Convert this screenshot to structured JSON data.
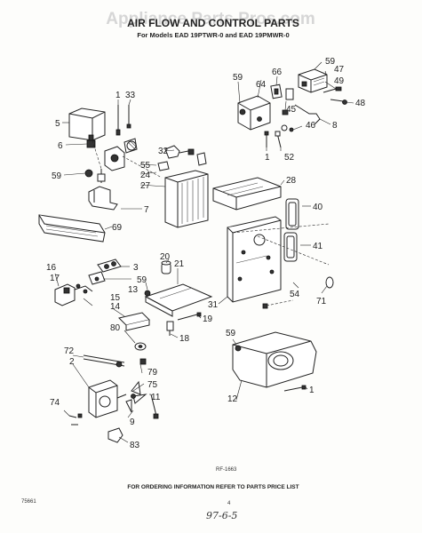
{
  "header": {
    "watermark": "Appliance Parts Pros.com",
    "title": "AIR FLOW AND CONTROL PARTS",
    "subtitle": "For Models EAD 19PTWR-0 and EAD 19PMWR-0"
  },
  "labels": {
    "l1a": "1",
    "l33": "33",
    "l5": "5",
    "l6": "6",
    "l59a": "59",
    "l55": "55",
    "l24": "24",
    "l27": "27",
    "l7": "7",
    "l69": "69",
    "l32": "32",
    "l28": "28",
    "l59b": "59",
    "l64": "64",
    "l66": "66",
    "l59c": "59",
    "l47": "47",
    "l49": "49",
    "l48": "48",
    "l45": "45",
    "l46": "46",
    "l8": "8",
    "l1b": "1",
    "l52": "52",
    "l40": "40",
    "l41": "41",
    "l54": "54",
    "l71": "71",
    "l31": "31",
    "l16": "16",
    "l17": "17",
    "l3": "3",
    "l13": "13",
    "l14": "14",
    "l15": "15",
    "l20": "20",
    "l21": "21",
    "l59d": "59",
    "l19": "19",
    "l18": "18",
    "l80": "80",
    "l72": "72",
    "l2": "2",
    "l79": "79",
    "l75": "75",
    "l11": "11",
    "l74": "74",
    "l9": "9",
    "l83": "83",
    "l59e": "59",
    "l12": "12",
    "l1c": "1"
  },
  "figure_code": "RF-1663",
  "footer": {
    "note": "FOR ORDERING INFORMATION REFER TO PARTS PRICE LIST",
    "code": "75661",
    "page": "4",
    "handwritten": "97-6-5"
  }
}
